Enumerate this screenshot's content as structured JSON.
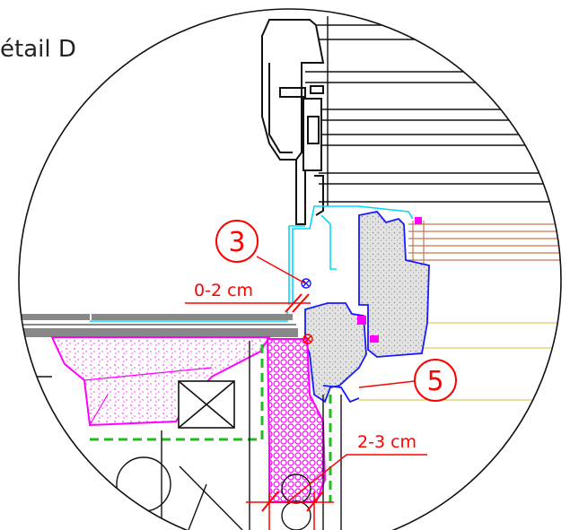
{
  "title": "étail D",
  "callouts": {
    "c3": "3",
    "c5": "5"
  },
  "dimensions": {
    "joint_top": "0-2 cm",
    "joint_bottom": "2-3 cm"
  },
  "colors": {
    "annotation": "#ff0000",
    "insulation": "#ff00ff",
    "membrane": "#00ffff",
    "frame_outline": "#1a1aff",
    "grid_line": "#d8d060",
    "timber": "#c87850",
    "dashed_green": "#22bb22",
    "dark": "#111111"
  }
}
